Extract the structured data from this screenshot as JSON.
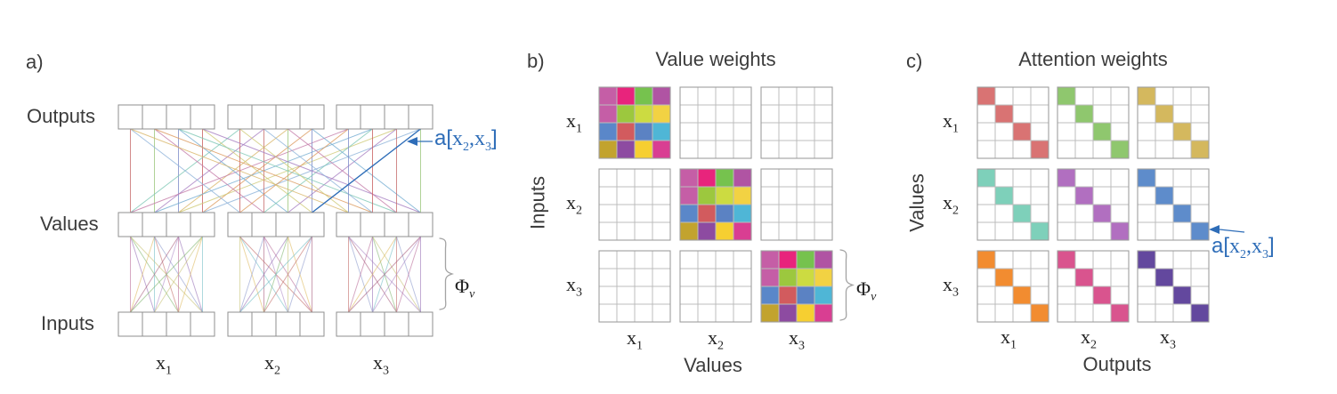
{
  "labels": {
    "x1": [
      {
        "t": "x"
      },
      {
        "s": "1"
      }
    ],
    "x2": [
      {
        "t": "x"
      },
      {
        "s": "2"
      }
    ],
    "x3": [
      {
        "t": "x"
      },
      {
        "s": "3"
      }
    ],
    "phi_v": [
      {
        "t": "Φ"
      },
      {
        "s": "v",
        "i": true
      }
    ],
    "attention": [
      {
        "t": "a[",
        "sans": true
      },
      {
        "t": "x"
      },
      {
        "s": "2"
      },
      {
        "t": ",x"
      },
      {
        "s": "3"
      },
      {
        "t": "]",
        "sans": true
      }
    ]
  },
  "panel_a": {
    "tag": "a)",
    "outputs_label": "Outputs",
    "values_label": "Values",
    "inputs_label": "Inputs",
    "colors": {
      "top_line_palette": [
        "#c76f6f",
        "#dc9a5e",
        "#cfca76",
        "#9dc87e",
        "#7ec7b5",
        "#8fb4da",
        "#7e8cc9",
        "#a77fc2",
        "#c47ba8",
        "#c96060",
        "#d9b668",
        "#74add2"
      ],
      "bottom_line_palette": [
        "#bb6f9b",
        "#9a74b8",
        "#84b873",
        "#c9c478",
        "#dfbb62",
        "#78c0c9",
        "#c4706c",
        "#8f9cce",
        "#a9607f",
        "#b08ec9"
      ],
      "highlight": "#2e6db8",
      "box_border": "#8f8f8f"
    }
  },
  "panel_b": {
    "tag": "b)",
    "title": "Value weights",
    "y_axis_label": "Inputs",
    "x_axis_label": "Values",
    "filled_blocks": [
      [
        0,
        0
      ],
      [
        1,
        1
      ],
      [
        2,
        2
      ]
    ],
    "block_colors": [
      [
        "#c55ea6",
        "#e8247c",
        "#76c24e",
        "#b054a3"
      ],
      [
        "#c55ea6",
        "#9cc83e",
        "#ccdb41",
        "#f2d243"
      ],
      [
        "#5a87c9",
        "#d25b5e",
        "#5b82c3",
        "#4fb6d6"
      ],
      [
        "#c2a32e",
        "#8d4ba1",
        "#f6cf31",
        "#d93e92"
      ]
    ]
  },
  "panel_c": {
    "tag": "c)",
    "title": "Attention weights",
    "y_axis_label": "Values",
    "x_axis_label": "Outputs",
    "diag_colors": [
      [
        "#d97373",
        "#8fc76e",
        "#d4b85e"
      ],
      [
        "#7ed0ba",
        "#b16fc0",
        "#5e8ccb"
      ],
      [
        "#f28c30",
        "#d9548e",
        "#63489e"
      ]
    ],
    "annotation_color": "#2e6db8"
  },
  "grid": {
    "cells": 4,
    "line_color": "#bcbcbc",
    "border_color": "#9e9e9e",
    "brace_color": "#a3a3a3"
  }
}
